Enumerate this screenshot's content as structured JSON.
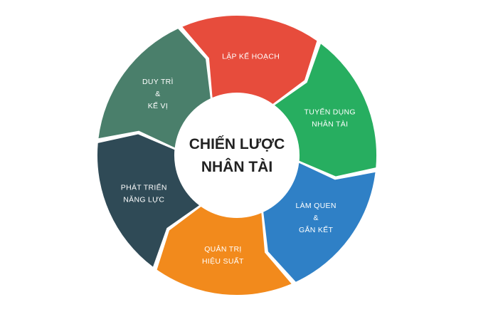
{
  "center": {
    "line1": "CHIẾN LƯỢC",
    "line2": "NHÂN TÀI"
  },
  "segments": [
    {
      "id": "lap-ke-hoach",
      "lines": [
        "LẬP KẾ HOẠCH"
      ],
      "color": "#e74c3c"
    },
    {
      "id": "tuyen-dung",
      "lines": [
        "TUYỂN DỤNG",
        "NHÂN TÀI"
      ],
      "color": "#27ae60"
    },
    {
      "id": "lam-quen",
      "lines": [
        "LÀM QUEN",
        "&",
        "GẮN KẾT"
      ],
      "color": "#2f80c6"
    },
    {
      "id": "quan-tri",
      "lines": [
        "QUẢN TRỊ",
        "HIỆU SUẤT"
      ],
      "color": "#f28a1c"
    },
    {
      "id": "phat-trien",
      "lines": [
        "PHÁT TRIỂN",
        "NĂNG LỰC"
      ],
      "color": "#2f4a56"
    },
    {
      "id": "duy-tri",
      "lines": [
        "DUY TRÌ",
        "&",
        "KẾ VỊ"
      ],
      "color": "#4a7f6b"
    }
  ]
}
